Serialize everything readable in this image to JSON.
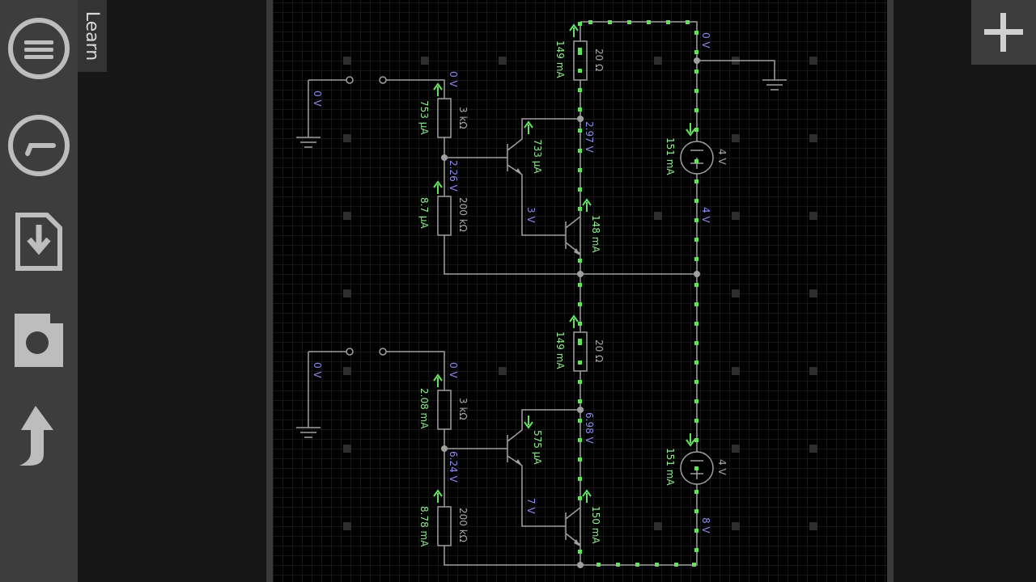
{
  "toolbar": {
    "learn_label": "Learn",
    "tools": [
      {
        "icon": "menu-icon"
      },
      {
        "icon": "gauge-icon"
      },
      {
        "icon": "import-icon"
      },
      {
        "icon": "camera-icon"
      },
      {
        "icon": "share-arrow-icon"
      }
    ]
  },
  "add_button": {
    "icon": "plus-icon"
  },
  "circuit": {
    "top_stage": {
      "input_voltage": "0 V",
      "r_top_voltage": "0 V",
      "r_top_current": "753 µA",
      "r_top_value": "3 kΩ",
      "base_voltage": "2.26 V",
      "r_bottom_current": "8.7 µA",
      "r_bottom_value": "200 kΩ",
      "q1_current": "733 µA",
      "q1_emitter_voltage": "3 V",
      "q2_current": "148 mA",
      "collector_voltage": "2.97 V",
      "load_current": "149 mA",
      "load_value": "20 Ω"
    },
    "bottom_stage": {
      "input_voltage": "0 V",
      "r_top_voltage": "0 V",
      "r_top_current": "2.08 mA",
      "r_top_value": "3 kΩ",
      "base_voltage": "6.24 V",
      "r_bottom_current": "8.78 mA",
      "r_bottom_value": "200 kΩ",
      "q1_current": "575 µA",
      "q1_emitter_voltage": "7 V",
      "q2_current": "150 mA",
      "collector_voltage": "6.98 V",
      "load_current": "149 mA",
      "load_value": "20 Ω"
    },
    "supply": {
      "top_rail_voltage": "0 V",
      "source1_current": "151 mA",
      "source1_value": "4 V",
      "mid_voltage": "4 V",
      "source2_current": "151 mA",
      "source2_value": "4 V",
      "bottom_voltage": "8 V"
    }
  },
  "colors": {
    "wire": "#a0a0a0",
    "current_dot": "#66e060",
    "voltage_label": "#8e8ef0",
    "current_label": "#90ee90",
    "value_label": "#a8a8a8",
    "grid": "#2a2a2a"
  }
}
